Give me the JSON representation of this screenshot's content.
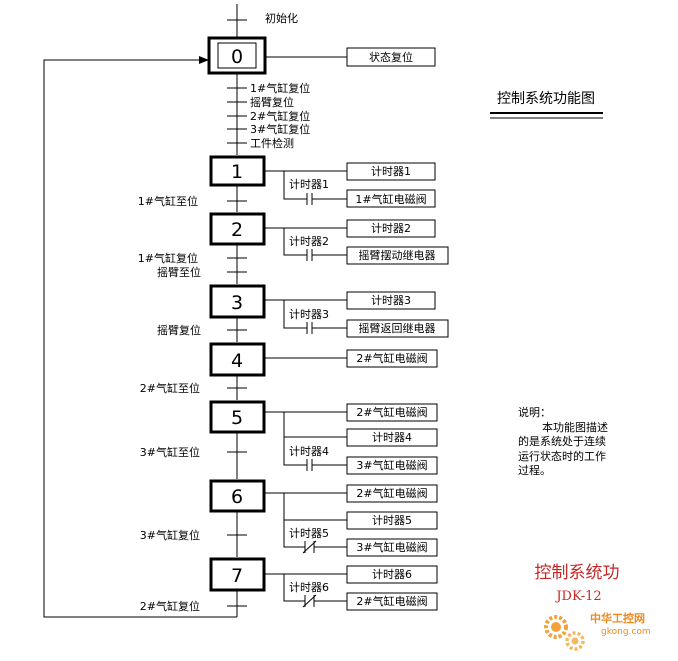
{
  "init_label": "初始化",
  "steps": [
    {
      "num": "0",
      "outputs": [
        {
          "text": "状态复位"
        }
      ],
      "timer": "",
      "conditions": [
        "1#气缸复位",
        "摇臂复位",
        "2#气缸复位",
        "3#气缸复位",
        "工件检测"
      ]
    },
    {
      "num": "1",
      "outputs": [
        {
          "text": "计时器1"
        },
        {
          "text": "1#气缸电磁阀"
        }
      ],
      "timer": "计时器1",
      "conditions": [
        "1#气缸至位"
      ]
    },
    {
      "num": "2",
      "outputs": [
        {
          "text": "计时器2"
        },
        {
          "text": "摇臂摆动继电器"
        }
      ],
      "timer": "计时器2",
      "conditions": [
        "1#气缸复位",
        "摇臂至位"
      ]
    },
    {
      "num": "3",
      "outputs": [
        {
          "text": "计时器3"
        },
        {
          "text": "摇臂返回继电器"
        }
      ],
      "timer": "计时器3",
      "conditions": [
        "摇臂复位"
      ]
    },
    {
      "num": "4",
      "outputs": [
        {
          "text": "2#气缸电磁阀"
        }
      ],
      "timer": "",
      "conditions": [
        "2#气缸至位"
      ]
    },
    {
      "num": "5",
      "outputs": [
        {
          "text": "2#气缸电磁阀"
        },
        {
          "text": "计时器4"
        },
        {
          "text": "3#气缸电磁阀"
        }
      ],
      "timer": "计时器4",
      "conditions": [
        "3#气缸至位"
      ]
    },
    {
      "num": "6",
      "outputs": [
        {
          "text": "2#气缸电磁阀"
        },
        {
          "text": "计时器5"
        },
        {
          "text": "3#气缸电磁阀"
        }
      ],
      "timer": "计时器5",
      "conditions": [
        "3#气缸复位"
      ]
    },
    {
      "num": "7",
      "outputs": [
        {
          "text": "计时器6"
        },
        {
          "text": "2#气缸电磁阀"
        }
      ],
      "timer": "计时器6",
      "conditions": [
        "2#气缸复位"
      ]
    }
  ],
  "diagram_title": "控制系统功能图",
  "note": {
    "heading": "说明：",
    "line1": "本功能图描述",
    "line2": "的是系统处于连续",
    "line3": "运行状态时的工作",
    "line4": "过程。"
  },
  "red_title": "控制系统功",
  "red_code": "JDK-12",
  "watermark": {
    "cn": "中华工控网",
    "url": "gkong.com"
  }
}
